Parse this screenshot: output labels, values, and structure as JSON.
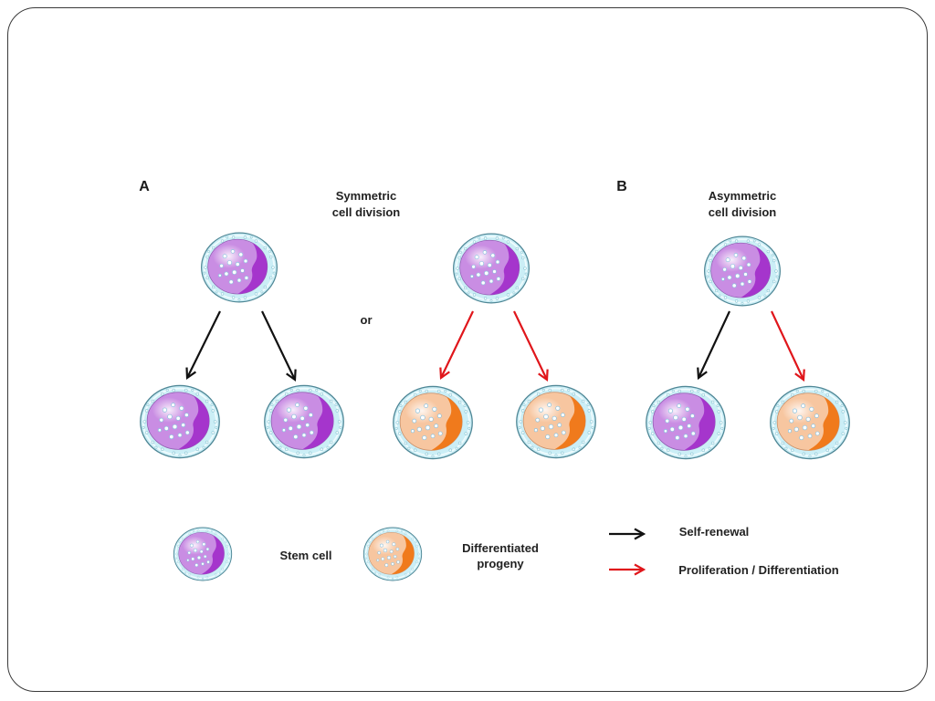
{
  "panel_a": {
    "label": "A",
    "title_line1": "Symmetric",
    "title_line2": "cell division",
    "or_label": "or"
  },
  "panel_b": {
    "label": "B",
    "title_line1": "Asymmetric",
    "title_line2": "cell division"
  },
  "legend": {
    "stem_cell": "Stem cell",
    "differentiated_line1": "Differentiated",
    "differentiated_line2": "progeny",
    "self_renewal": "Self-renewal",
    "proliferation_differentiation": "Proliferation / Differentiation"
  },
  "colors": {
    "stem_cell_nucleus": "#c98de3",
    "stem_cell_crescent": "#a535cc",
    "differentiated_nucleus": "#f7c6a0",
    "differentiated_crescent": "#f07a1c",
    "self_renewal_arrow": "#111111",
    "proliferation_arrow": "#e0161b"
  }
}
